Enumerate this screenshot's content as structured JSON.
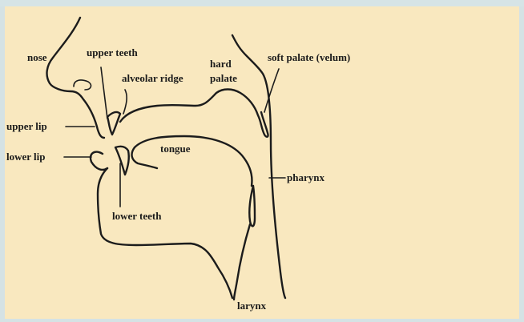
{
  "labels": {
    "nose": "nose",
    "upper_teeth": "upper teeth",
    "alveolar_ridge": "alveolar ridge",
    "hard_palate_line1": "hard",
    "hard_palate_line2": "palate",
    "soft_palate": "soft palate (velum)",
    "upper_lip": "upper lip",
    "lower_lip": "lower lip",
    "tongue": "tongue",
    "pharynx": "pharynx",
    "lower_teeth": "lower teeth",
    "larynx": "larynx"
  },
  "colors": {
    "background": "#f9e8bf",
    "frame": "#d5e2e4",
    "ink": "#1c1c1c"
  }
}
